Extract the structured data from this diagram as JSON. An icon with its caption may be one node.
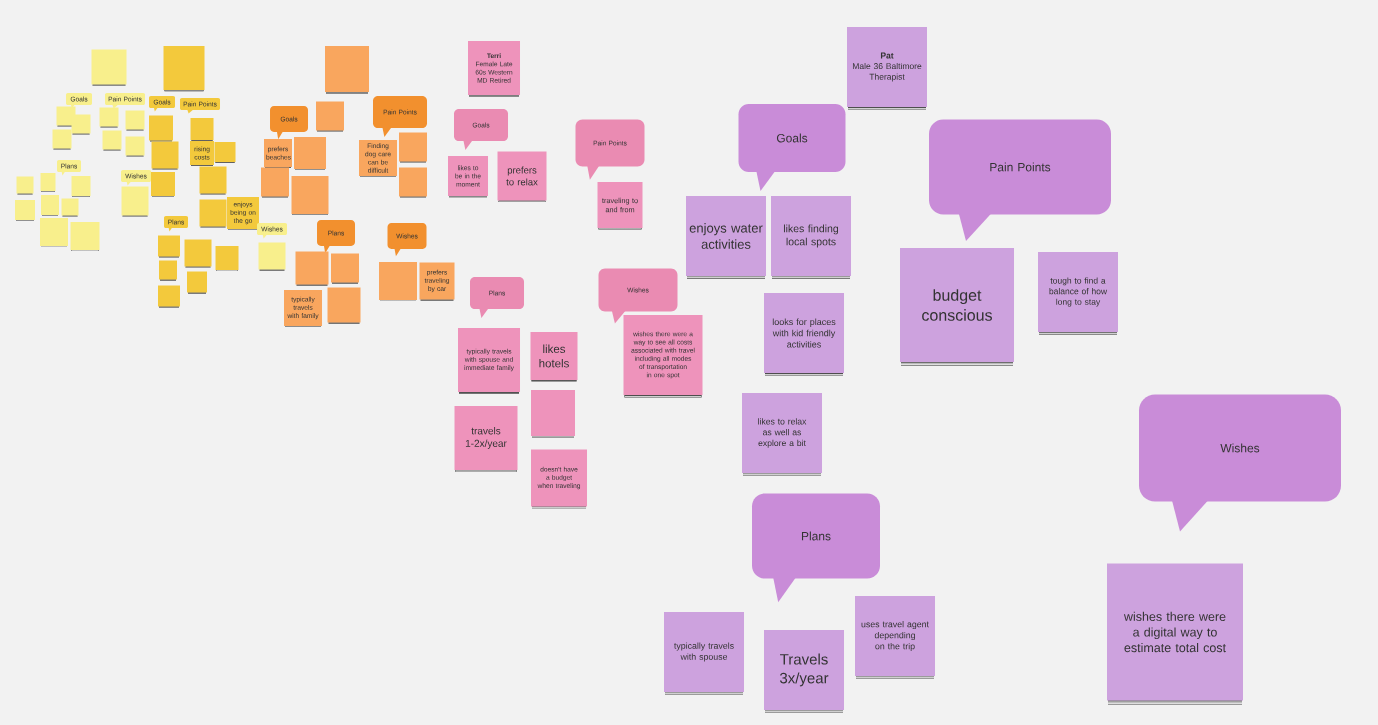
{
  "diagram": {
    "nodes": [
      {
        "text": [],
        "shape": "box"
      },
      {
        "text": [],
        "shape": "box"
      },
      {
        "text": [
          "Goals"
        ]
      },
      {
        "text": [
          "Pain Points"
        ]
      },
      {
        "text": [
          "Goals"
        ]
      },
      {
        "text": [
          "Pain Points"
        ]
      },
      {
        "text": [],
        "shape": "box"
      },
      {
        "text": [],
        "shape": "box"
      },
      {
        "text": [],
        "shape": "box"
      },
      {
        "text": [],
        "shape": "box"
      },
      {
        "text": [],
        "shape": "box"
      },
      {
        "text": [],
        "shape": "box"
      },
      {
        "text": [],
        "shape": "box"
      },
      {
        "text": [],
        "shape": "box"
      },
      {
        "text": [],
        "shape": "box"
      },
      {
        "text": [
          "rising costs"
        ]
      },
      {
        "text": [],
        "shape": "box"
      },
      {
        "text": [],
        "shape": "box"
      },
      {
        "text": [
          "Plans"
        ]
      },
      {
        "text": [
          "Wishes"
        ]
      },
      {
        "text": [],
        "shape": "box"
      },
      {
        "text": [],
        "shape": "box"
      },
      {
        "text": [],
        "shape": "box"
      },
      {
        "text": [],
        "shape": "box"
      },
      {
        "text": [],
        "shape": "box"
      },
      {
        "text": [],
        "shape": "box"
      },
      {
        "text": [],
        "shape": "box"
      },
      {
        "text": [],
        "shape": "box"
      },
      {
        "text": [],
        "shape": "box"
      },
      {
        "text": [
          "enjoys being on the go"
        ]
      },
      {
        "text": [],
        "shape": "box"
      },
      {
        "text": [
          "Plans"
        ]
      },
      {
        "text": [
          "Wishes"
        ]
      },
      {
        "text": [],
        "shape": "box"
      },
      {
        "text": [],
        "shape": "box"
      },
      {
        "text": [],
        "shape": "box"
      },
      {
        "text": [],
        "shape": "box"
      },
      {
        "text": [],
        "shape": "box"
      },
      {
        "text": [],
        "shape": "box"
      },
      {
        "text": [],
        "shape": "box"
      },
      {
        "text": [],
        "shape": "box"
      },
      {
        "text": [],
        "shape": "box"
      },
      {
        "text": [],
        "shape": "box"
      },
      {
        "text": [
          "Goals"
        ]
      },
      {
        "text": [],
        "shape": "box"
      },
      {
        "text": [
          "Pain Points"
        ]
      },
      {
        "text": [
          "prefers beaches"
        ]
      },
      {
        "text": [],
        "shape": "box"
      },
      {
        "text": [
          "Finding dog care can be difficult"
        ]
      },
      {
        "text": [],
        "shape": "box"
      },
      {
        "text": [],
        "shape": "box"
      },
      {
        "text": [],
        "shape": "box"
      },
      {
        "text": [],
        "shape": "box"
      },
      {
        "text": [
          "Plans"
        ]
      },
      {
        "text": [
          "Wishes"
        ]
      },
      {
        "text": [],
        "shape": "box"
      },
      {
        "text": [],
        "shape": "box"
      },
      {
        "text": [],
        "shape": "box"
      },
      {
        "text": [
          "prefers traveling by car"
        ]
      },
      {
        "text": [],
        "shape": "box"
      },
      {
        "text": [
          "typically travels with family"
        ]
      },
      {
        "text": [
          "Terri",
          "Female Late 60s Western MD Retired"
        ]
      },
      {
        "text": [
          "Goals"
        ]
      },
      {
        "text": [
          "Pain Points"
        ]
      },
      {
        "text": [
          "likes to be in the moment"
        ]
      },
      {
        "text": [
          "prefers to relax"
        ]
      },
      {
        "text": [
          "traveling to and from"
        ]
      },
      {
        "text": [
          "Plans"
        ]
      },
      {
        "text": [
          "Wishes"
        ]
      },
      {
        "text": [
          "typically travels with spouse and immediate family"
        ]
      },
      {
        "text": [
          "likes hotels"
        ]
      },
      {
        "text": [
          "wishes there were a way to see all costs associated with travel including all modes of transportation in one spot"
        ]
      },
      {
        "text": [],
        "shape": "box"
      },
      {
        "text": [
          "travels 1-2x/year"
        ]
      },
      {
        "text": [
          "doesn't have a budget when traveling"
        ]
      },
      {
        "text": [
          "Pat",
          "Male 36 Baltimore Therapist"
        ]
      },
      {
        "text": [
          "Goals"
        ]
      },
      {
        "text": [
          "Pain Points"
        ]
      },
      {
        "text": [
          "enjoys water activities"
        ]
      },
      {
        "text": [
          "likes finding local spots"
        ]
      },
      {
        "text": [
          "budget conscious"
        ]
      },
      {
        "text": [
          "tough to find a balance of how long to stay"
        ]
      },
      {
        "text": [
          "looks for places with kid friendly activities"
        ]
      },
      {
        "text": [
          "likes to relax as well as explore a bit"
        ]
      },
      {
        "text": [
          "Wishes"
        ]
      },
      {
        "text": [
          "Plans"
        ]
      },
      {
        "text": [
          "uses travel agent depending on the trip"
        ]
      },
      {
        "text": [
          "typically travels with spouse"
        ]
      },
      {
        "text": [
          "wishes there were a digital way to estimate total cost"
        ]
      },
      {
        "text": [
          "Travels 3x/year"
        ]
      }
    ]
  }
}
